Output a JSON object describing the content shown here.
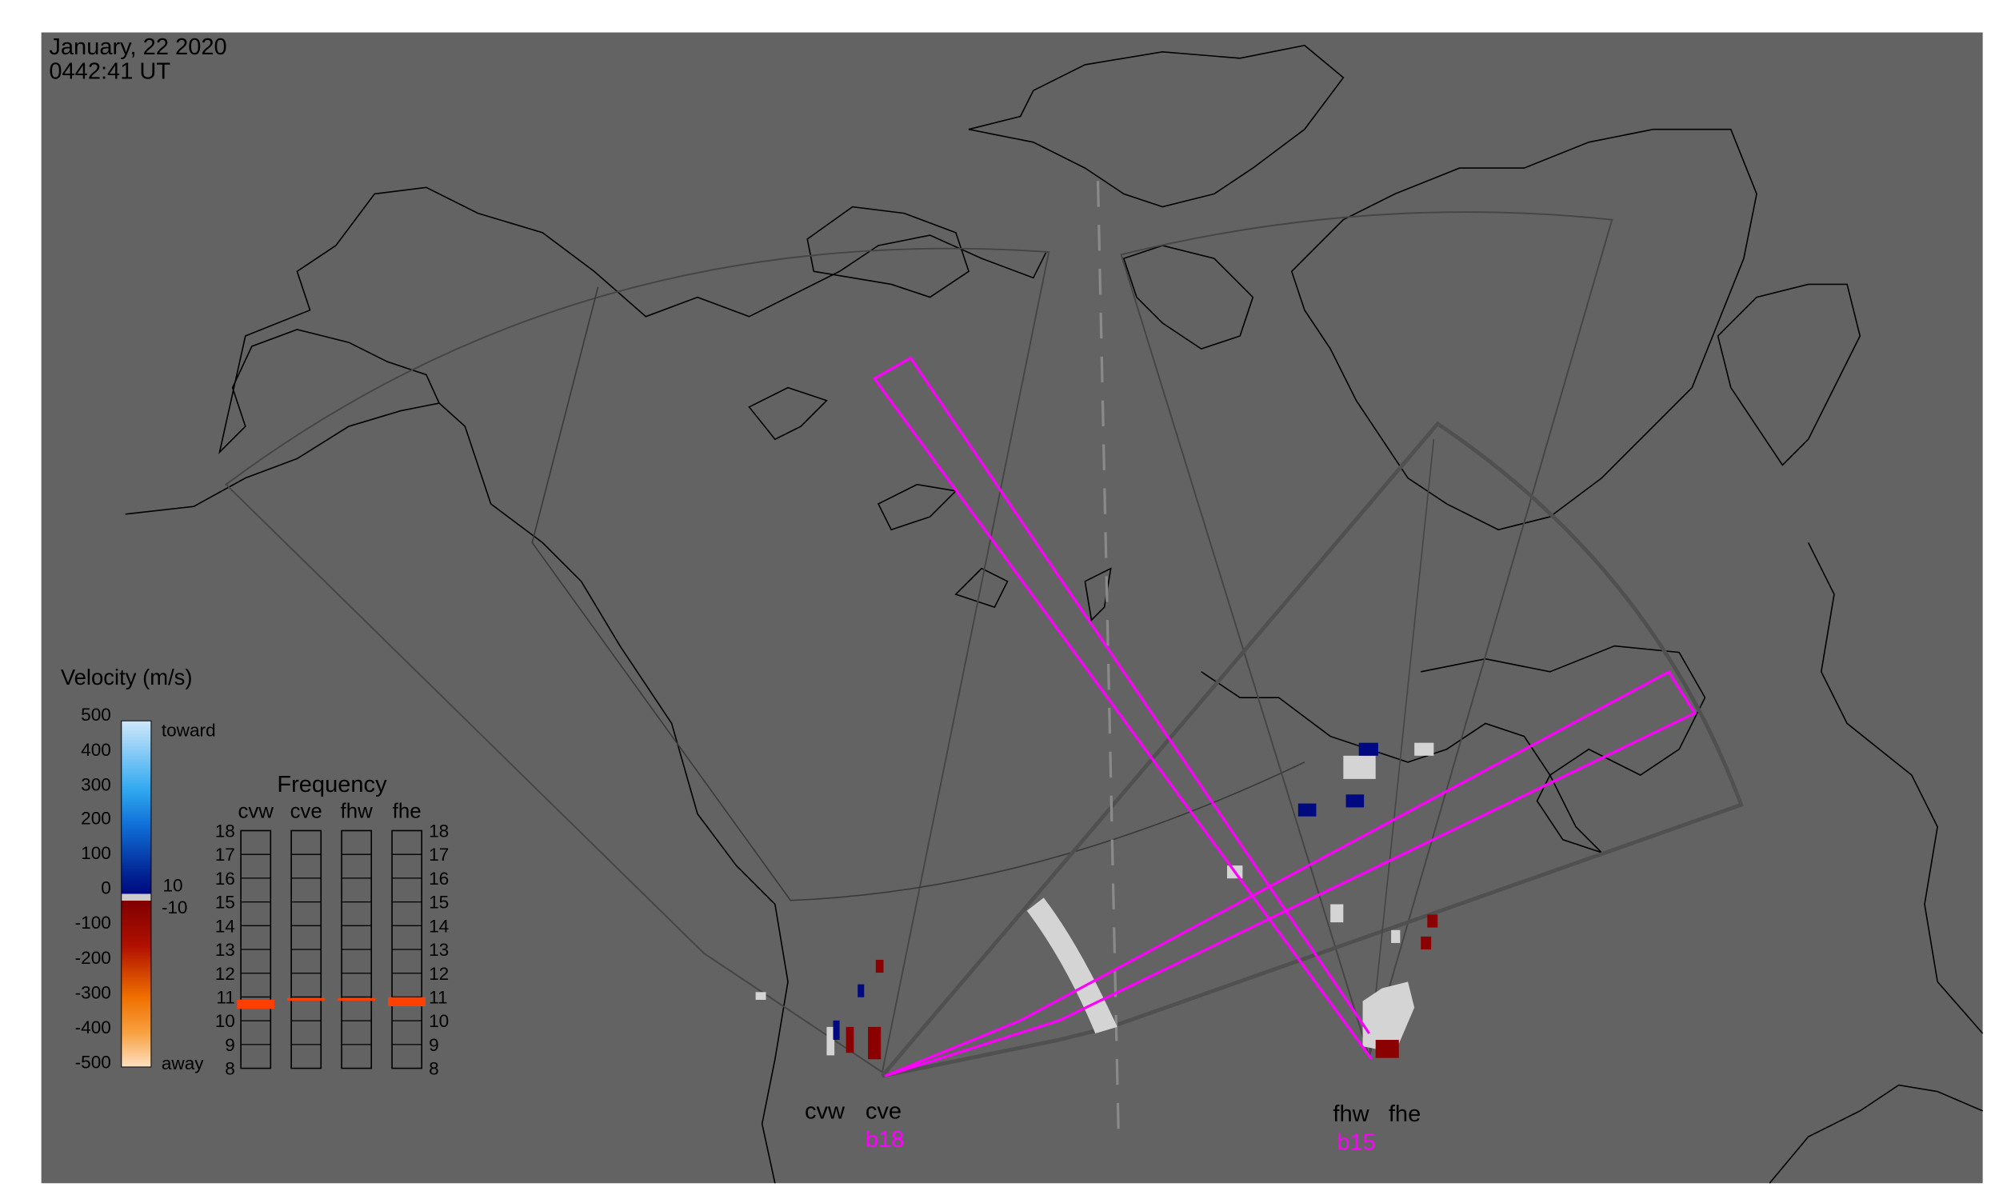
{
  "header": {
    "date": "January, 22 2020",
    "time": "0442:41 UT"
  },
  "colors": {
    "background": "#636363",
    "beam": "#ff00ff",
    "coast": "#000000",
    "fov": "#444444"
  },
  "velocity_legend": {
    "title": "Velocity (m/s)",
    "ticks": [
      "500",
      "400",
      "300",
      "200",
      "100",
      "0",
      "-100",
      "-200",
      "-300",
      "-400",
      "-500"
    ],
    "toward_label": "toward",
    "away_label": "away",
    "ground_scatter_ticks": [
      "10",
      "-10"
    ]
  },
  "frequency_legend": {
    "title": "Frequency",
    "radars": [
      "cvw",
      "cve",
      "fhw",
      "fhe"
    ],
    "ticks": [
      "18",
      "17",
      "16",
      "15",
      "14",
      "13",
      "12",
      "11",
      "10",
      "9",
      "8"
    ],
    "values_mhz": [
      10.7,
      10.9,
      10.9,
      10.8
    ]
  },
  "radars": [
    {
      "name": "cvw"
    },
    {
      "name": "cve",
      "beam": "b18"
    },
    {
      "name": "fhw",
      "beam": "b15"
    },
    {
      "name": "fhe"
    }
  ]
}
